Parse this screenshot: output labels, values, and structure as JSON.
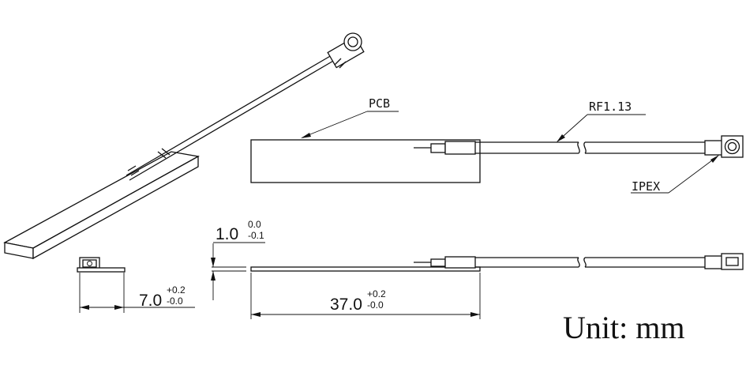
{
  "labels": {
    "pcb": "PCB",
    "cable": "RF1.13",
    "connector": "IPEX"
  },
  "dimensions": {
    "thickness": {
      "nominal": "1.0",
      "upper": "0.0",
      "lower": "-0.1"
    },
    "length": {
      "nominal": "37.0",
      "upper": "+0.2",
      "lower": "-0.0"
    },
    "width": {
      "nominal": "7.0",
      "upper": "+0.2",
      "lower": "-0.0"
    }
  },
  "unit_note": "Unit: mm"
}
